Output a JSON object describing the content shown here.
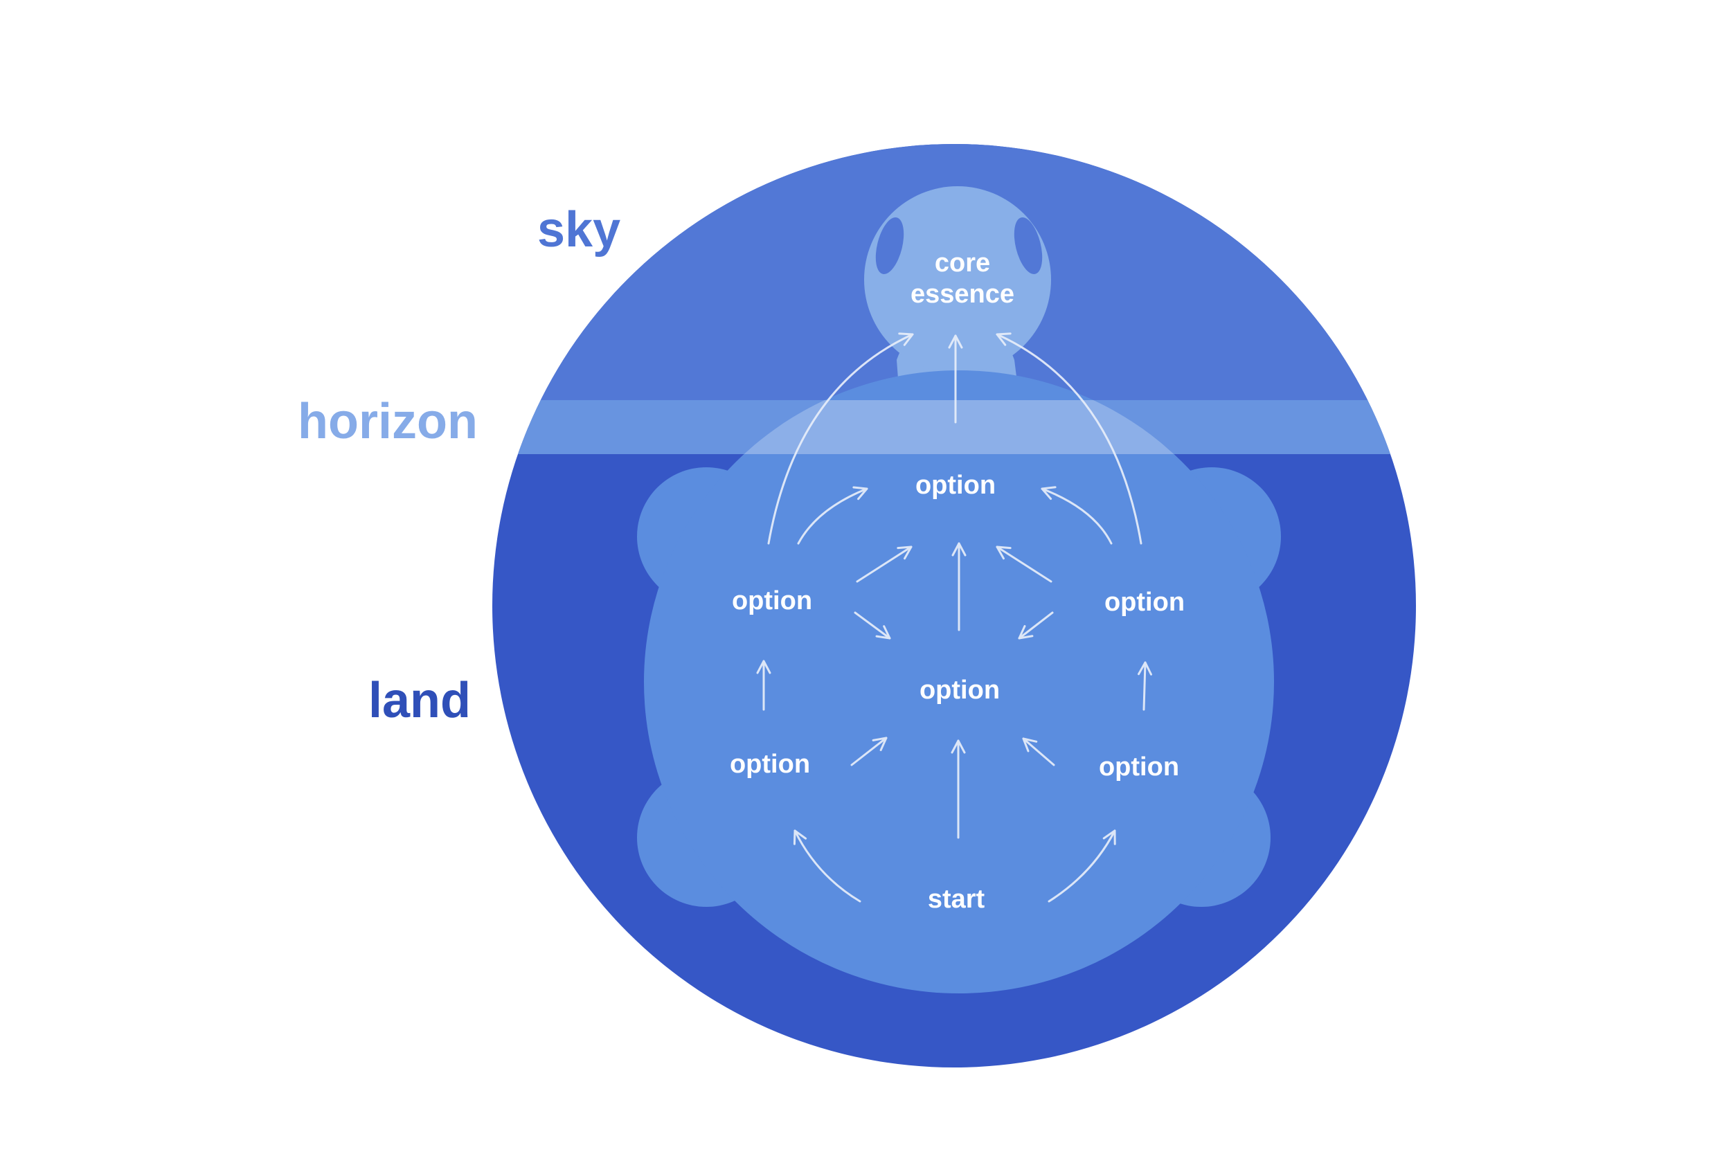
{
  "zones": {
    "sky": "sky",
    "horizon": "horizon",
    "land": "land"
  },
  "nodes": {
    "core_line1": "core",
    "core_line2": "essence",
    "option_top": "option",
    "option_upper_left": "option",
    "option_upper_right": "option",
    "option_center": "option",
    "option_lower_left": "option",
    "option_lower_right": "option",
    "start": "start"
  },
  "colors": {
    "sky": "#5278d6",
    "land": "#3657c6",
    "horizon_band": "#6894e0",
    "turtle": "#5b8ddf",
    "turtle_head": "#88afe8",
    "sky_label": "#4f75d4",
    "horizon_label": "#86abe8",
    "land_label": "#2f4fb8",
    "text": "#ffffff"
  }
}
